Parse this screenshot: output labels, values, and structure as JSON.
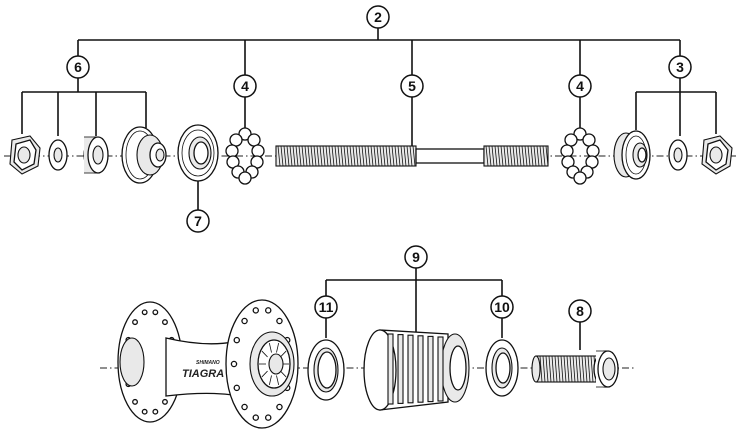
{
  "callouts": {
    "c2": "2",
    "c3": "3",
    "c4_left": "4",
    "c4_right": "4",
    "c5": "5",
    "c6": "6",
    "c7": "7",
    "c8": "8",
    "c9": "9",
    "c10": "10",
    "c11": "11"
  },
  "hub_branding": {
    "maker": "SHIMANO",
    "model": "TIAGRA"
  }
}
